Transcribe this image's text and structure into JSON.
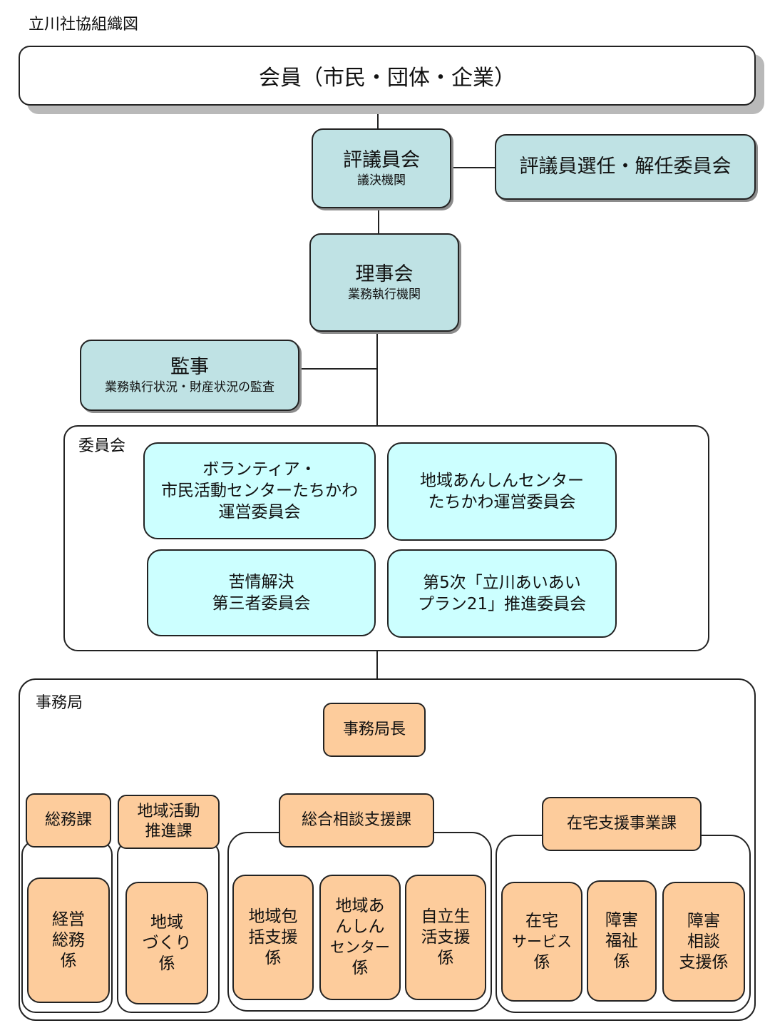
{
  "title": "立川社協組織図",
  "members": "会員（市民・団体・企業）",
  "council": {
    "name": "評議員会",
    "sub": "議決機関"
  },
  "selection_committee": "評議員選任・解任委員会",
  "board": {
    "name": "理事会",
    "sub": "業務執行機関"
  },
  "auditor": {
    "name": "監事",
    "sub": "業務執行状況・財産状況の監査"
  },
  "committees": {
    "label": "委員会",
    "items": [
      [
        "ボランティア・",
        "市民活動センターたちかわ",
        "運営委員会"
      ],
      [
        "地域あんしんセンター",
        "たちかわ運営委員会"
      ],
      [
        "苦情解決",
        "第三者委員会"
      ],
      [
        "第5次「立川あいあい",
        "プラン21」推進委員会"
      ]
    ]
  },
  "secretariat": {
    "label": "事務局",
    "head": "事務局長",
    "departments": [
      {
        "name": [
          "総務課"
        ],
        "units": [
          [
            "経営",
            "総務",
            "係"
          ]
        ]
      },
      {
        "name": [
          "地域活動",
          "推進課"
        ],
        "units": [
          [
            "地域",
            "づくり",
            "係"
          ]
        ]
      },
      {
        "name": [
          "総合相談支援課"
        ],
        "units": [
          [
            "地域包",
            "括支援",
            "係"
          ],
          [
            "地域あ",
            "んしん",
            "センター",
            "係"
          ],
          [
            "自立生",
            "活支援",
            "係"
          ]
        ]
      },
      {
        "name": [
          "在宅支援事業課"
        ],
        "units": [
          [
            "在宅",
            "サービス",
            "係"
          ],
          [
            "障害",
            "福祉",
            "係"
          ],
          [
            "障害",
            "相談",
            "支援係"
          ]
        ]
      }
    ]
  },
  "colors": {
    "teal": "#bfe2e4",
    "cyan": "#ccffff",
    "orange": "#fdcc9c",
    "line": "#222222"
  }
}
